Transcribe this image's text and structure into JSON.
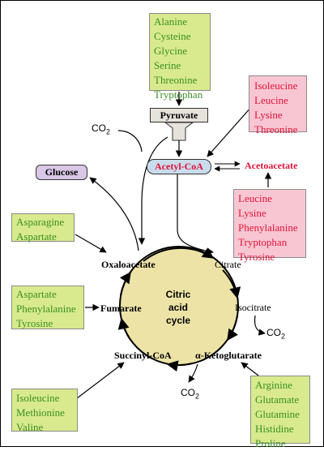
{
  "colors": {
    "amino_acid_glucogenic_bg": "#d8ea8d",
    "amino_acid_glucogenic_text": "#3c8f24",
    "amino_acid_ketogenic_bg": "#f8c6d2",
    "amino_acid_ketogenic_text": "#e0123a",
    "cycle_fill": "#ede3a6",
    "acetyl_coa_fill": "#c9dcec",
    "glucose_fill": "#d9c7e6",
    "pyruvate_fill": "#e6e2dc"
  },
  "groups": {
    "to_pyruvate": [
      "Alanine",
      "Cysteine",
      "Glycine",
      "Serine",
      "Threonine",
      "Tryptophan"
    ],
    "to_acetyl_coa": [
      "Isoleucine",
      "Leucine",
      "Lysine",
      "Threonine"
    ],
    "to_acetoacetate": [
      "Leucine",
      "Lysine",
      "Phenylalanine",
      "Tryptophan",
      "Tyrosine"
    ],
    "to_oxaloacetate": [
      "Asparagine",
      "Aspartate"
    ],
    "to_fumarate": [
      "Aspartate",
      "Phenylalanine",
      "Tyrosine"
    ],
    "to_succinyl_coa": [
      "Isoleucine",
      "Methionine",
      "Valine"
    ],
    "to_alpha_ketoglutarate": [
      "Arginine",
      "Glutamate",
      "Glutamine",
      "Histidine",
      "Proline"
    ]
  },
  "nodes": {
    "pyruvate": "Pyruvate",
    "acetyl_coa": "Acetyl-CoA",
    "acetoacetate": "Acetoacetate",
    "glucose": "Glucose",
    "oxaloacetate": "Oxaloacetate",
    "citrate": "Citrate",
    "isocitrate": "Isocitrate",
    "alpha_ketoglutarate": "α-Ketoglutarate",
    "succinyl_coa": "Succinyl-CoA",
    "fumarate": "Fumarate"
  },
  "cycle_label": [
    "Citric",
    "acid",
    "cycle"
  ],
  "co2": {
    "base": "CO",
    "sub": "2"
  }
}
